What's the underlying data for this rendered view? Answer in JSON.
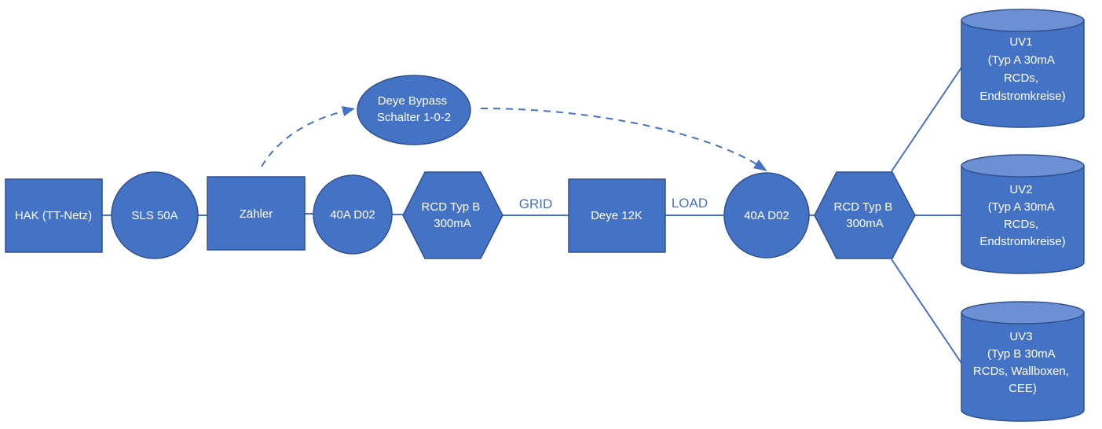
{
  "nodes": {
    "hak": {
      "lines": [
        "HAK (TT-Netz)"
      ]
    },
    "sls": {
      "lines": [
        "SLS 50A"
      ]
    },
    "zaehler": {
      "lines": [
        "Zähler"
      ]
    },
    "fuse1": {
      "lines": [
        "40A D02"
      ]
    },
    "rcd1": {
      "lines": [
        "RCD Typ B",
        "300mA"
      ]
    },
    "deye": {
      "lines": [
        "Deye 12K"
      ]
    },
    "fuse2": {
      "lines": [
        "40A D02"
      ]
    },
    "rcd2": {
      "lines": [
        "RCD Typ B",
        "300mA"
      ]
    },
    "bypass": {
      "lines": [
        "Deye Bypass",
        "Schalter 1-0-2"
      ]
    },
    "uv1": {
      "lines": [
        "UV1",
        "(Typ A 30mA",
        "RCDs,",
        "Endstromkreise)"
      ]
    },
    "uv2": {
      "lines": [
        "UV2",
        "(Typ A 30mA",
        "RCDs,",
        "Endstromkreise)"
      ]
    },
    "uv3": {
      "lines": [
        "UV3",
        "(Typ B 30mA",
        "RCDs, Wallboxen,",
        "CEE)"
      ]
    }
  },
  "edges": {
    "grid_label": "GRID",
    "load_label": "LOAD"
  },
  "colors": {
    "fill": "#4472C4",
    "stroke": "#2F528F",
    "text": "#FFFFFF",
    "edge_label": "#4472C4"
  }
}
